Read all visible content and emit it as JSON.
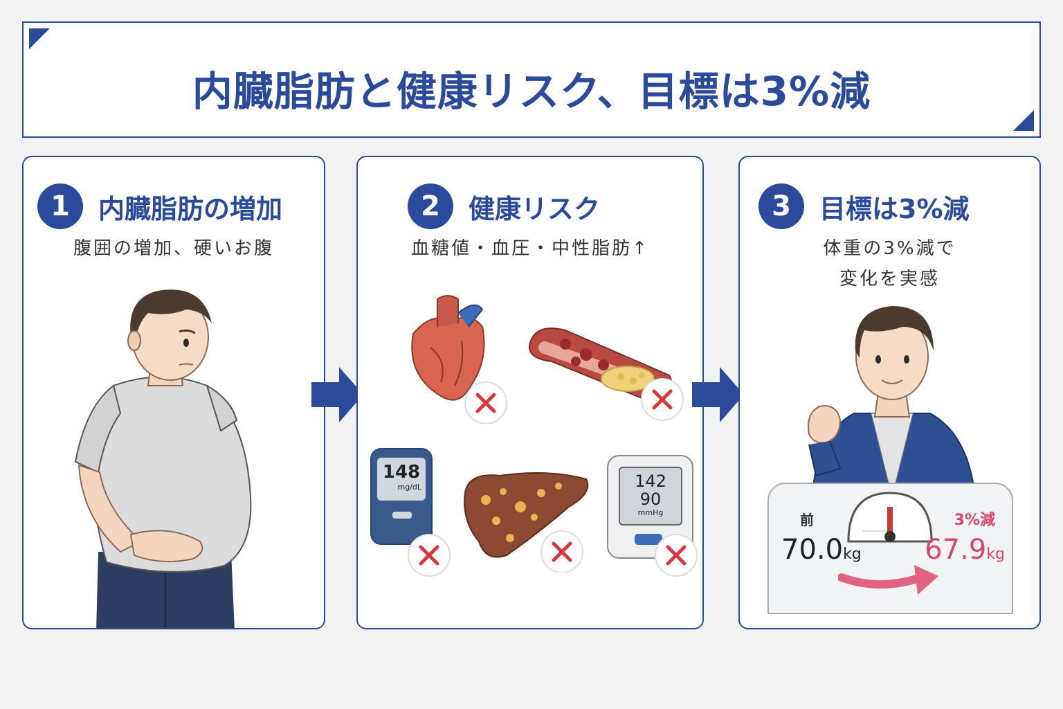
{
  "title": "内臓脂肪と健康リスク、目標は3%減",
  "steps": [
    {
      "number": "1",
      "label": "内臓脂肪の増加",
      "description": "腹囲の増加、硬いお腹"
    },
    {
      "number": "2",
      "label": "健康リスク",
      "description": "血糖値・血圧・中性脂肪↑"
    },
    {
      "number": "3",
      "label": "目標は3%減",
      "description_line1": "体重の3%減で",
      "description_line2": "変化を実感"
    }
  ],
  "glucose_meter": {
    "value": "148",
    "unit": "mg/dL"
  },
  "bp_monitor": {
    "systolic": "142",
    "diastolic": "90",
    "unit": "mmHg"
  },
  "scale": {
    "before_label": "前",
    "before_value": "70.0",
    "after_label": "3%減",
    "after_value": "67.9",
    "unit": "kg"
  },
  "colors": {
    "brand": "#2b4a9b",
    "accent_pink": "#d9466b",
    "x_red": "#d9373b"
  }
}
